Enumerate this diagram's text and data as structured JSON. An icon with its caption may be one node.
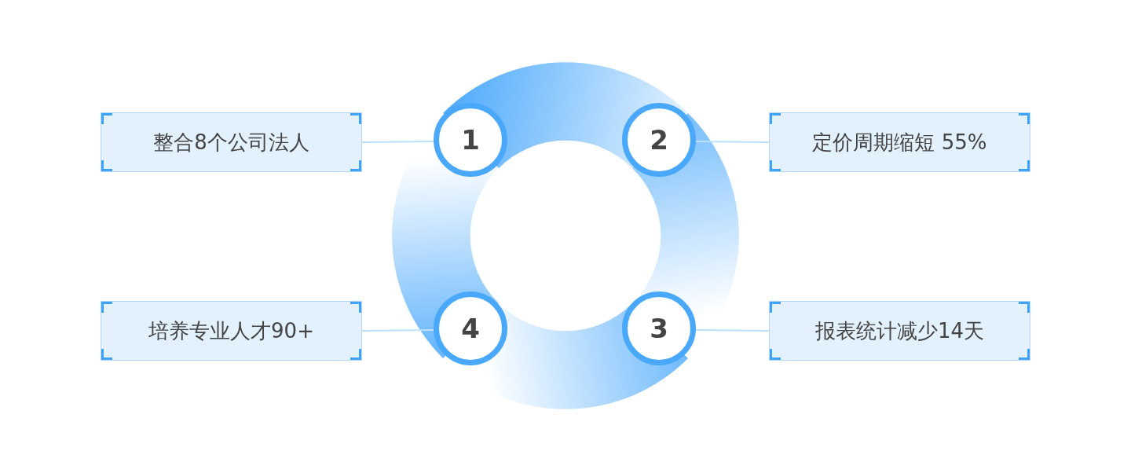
{
  "diagram": {
    "nodes": [
      {
        "text": [
          "整合8个公司法人"
        ]
      },
      {
        "text": [
          "1"
        ]
      },
      {
        "text": [
          "2"
        ]
      },
      {
        "text": [
          "定价周期缩短 55%"
        ]
      },
      {
        "text": [
          "培养专业人才90+"
        ]
      },
      {
        "text": [
          "4"
        ]
      },
      {
        "text": [
          "3"
        ]
      },
      {
        "text": [
          "报表统计减少14天"
        ]
      }
    ],
    "edges": [
      {
        "from": 0,
        "to": 1,
        "arrow": "none"
      },
      {
        "from": 3,
        "to": 2,
        "arrow": "none"
      },
      {
        "from": 4,
        "to": 5,
        "arrow": "none"
      },
      {
        "from": 7,
        "to": 6,
        "arrow": "none"
      }
    ]
  }
}
